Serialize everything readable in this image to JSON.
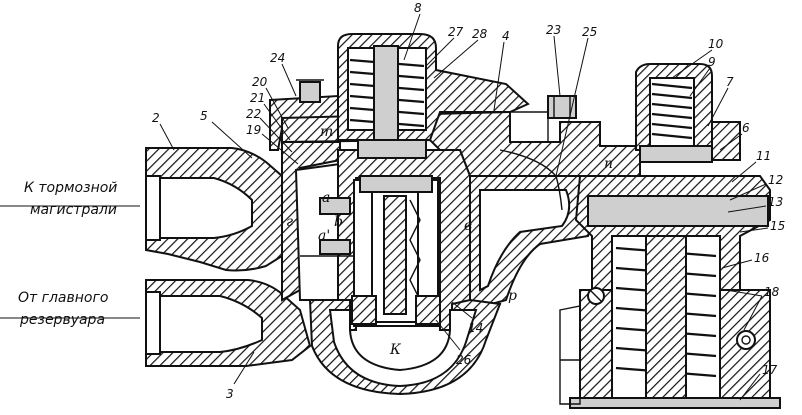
{
  "diagram": {
    "ports": [
      {
        "id": "brake-line",
        "text_line1": "К тормозной",
        "text_line2": "магистрали"
      },
      {
        "id": "main-reservoir",
        "text_line1": "От главного",
        "text_line2": "резервуара"
      }
    ],
    "callouts": [
      "2",
      "5",
      "24",
      "20",
      "21",
      "22",
      "19",
      "8",
      "27",
      "28",
      "4",
      "23",
      "25",
      "10",
      "9",
      "7",
      "6",
      "11",
      "12",
      "13",
      "15",
      "16",
      "18",
      "17",
      "3",
      "14",
      "26"
    ],
    "letters": [
      "m",
      "a",
      "b",
      "a'",
      "г",
      "в",
      "п",
      "р",
      "К"
    ]
  }
}
